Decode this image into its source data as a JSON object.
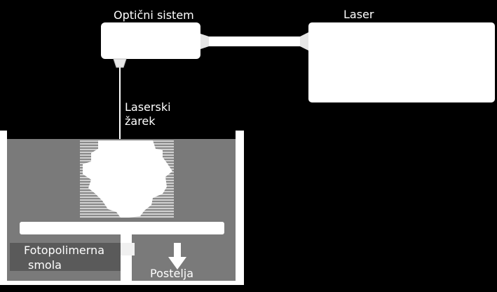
{
  "labels": {
    "optical_system": "Optični sistem",
    "laser": "Laser",
    "laser_beam_line1": "Laserski",
    "laser_beam_line2": "žarek",
    "resin_line1": "Fotopolimerna",
    "resin_line2": "smola",
    "bed": "Postelja"
  },
  "colors": {
    "background": "#000000",
    "box_fill": "#ffffff",
    "resin": "#7a7a7a",
    "tank_wall": "#ffffff",
    "hatch": "#bdbdbd"
  },
  "icons": {
    "bed_direction": "arrow-down-icon"
  }
}
